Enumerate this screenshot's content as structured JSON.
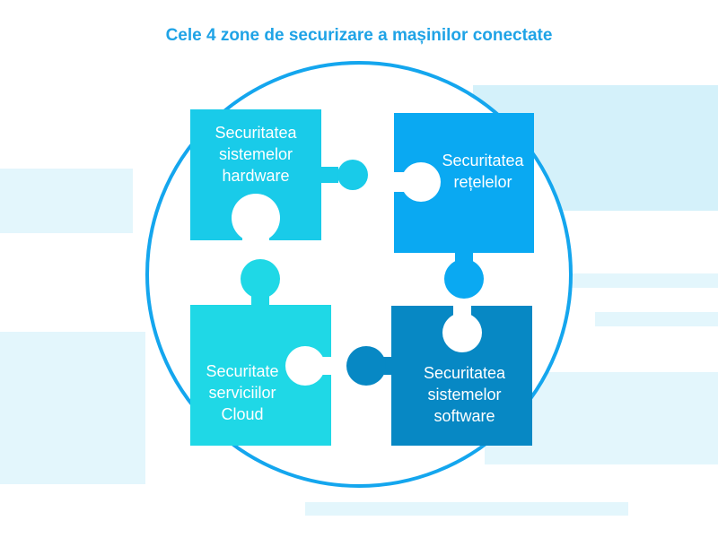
{
  "title": "Cele 4 zone de securizare a mașinilor conectate",
  "pieces": [
    {
      "lines": [
        "Securitatea",
        "sistemelor",
        "hardware"
      ],
      "color": "#19cbe9"
    },
    {
      "lines": [
        "Securitatea",
        "rețelelor"
      ],
      "color": "#0aa9f2"
    },
    {
      "lines": [
        "Securitate",
        "serviciilor",
        "Cloud"
      ],
      "color": "#1fd8e6"
    },
    {
      "lines": [
        "Securitatea",
        "sistemelor",
        "software"
      ],
      "color": "#0788c4"
    }
  ],
  "colors": {
    "circle": "#14a6ee",
    "title": "#1fa3e6",
    "background_bands": "#e3f6fc"
  }
}
